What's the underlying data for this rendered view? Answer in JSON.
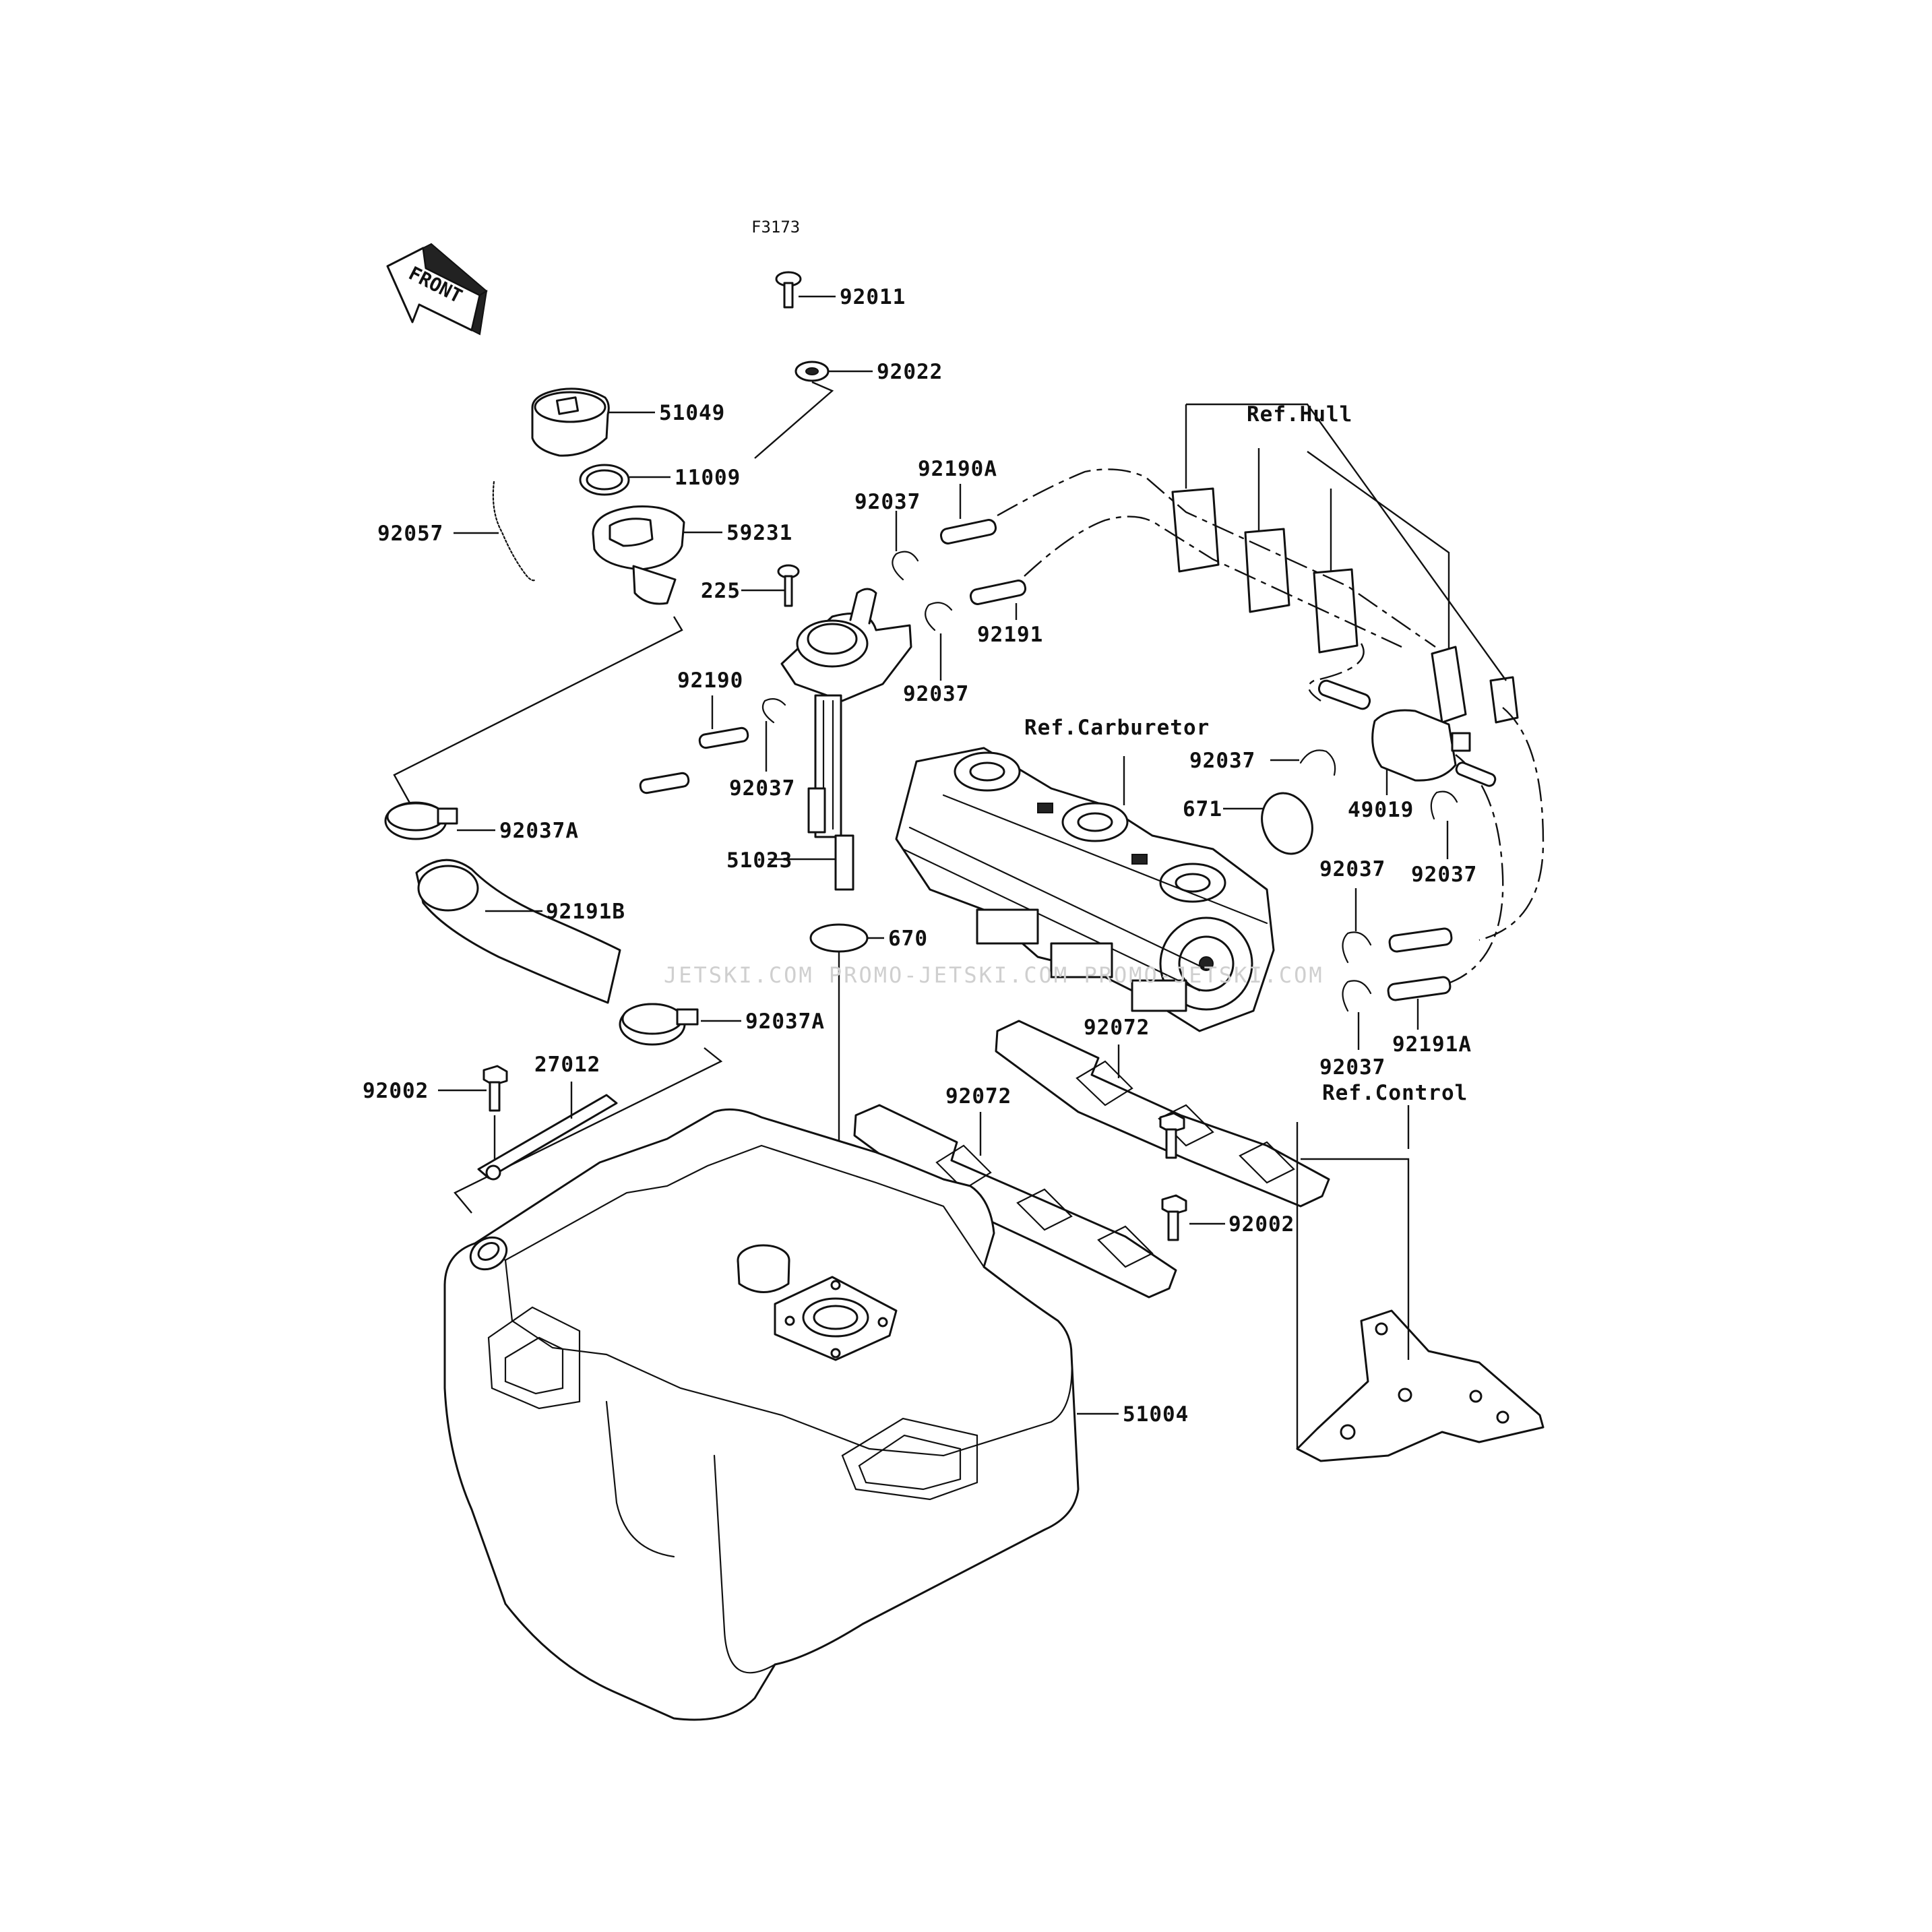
{
  "diagram_code": "F3173",
  "front_label": "FRONT",
  "watermark": "JETSKI.COM   PROMO-JETSKI.COM   PROMO-JETSKI.COM",
  "parts": {
    "p92011": "92011",
    "p92022": "92022",
    "p51049": "51049",
    "p11009": "11009",
    "p92057": "92057",
    "p59231": "59231",
    "p92190A": "92190A",
    "p92037_a": "92037",
    "p92037_b": "92037",
    "p92037_c": "92037",
    "p92037_d": "92037",
    "p92037_e": "92037",
    "p92037_f": "92037",
    "p92037_g": "92037",
    "p225": "225",
    "p92191": "92191",
    "p92190": "92190",
    "p92037A_a": "92037A",
    "p92037A_b": "92037A",
    "p51023": "51023",
    "p92191B": "92191B",
    "p670": "670",
    "p671": "671",
    "p49019": "49019",
    "p92191A": "92191A",
    "p92072_a": "92072",
    "p92072_b": "92072",
    "p92002_a": "92002",
    "p92002_b": "92002",
    "p27012": "27012",
    "p51004": "51004"
  },
  "refs": {
    "hull": "Ref.Hull",
    "carburetor": "Ref.Carburetor",
    "control": "Ref.Control"
  }
}
